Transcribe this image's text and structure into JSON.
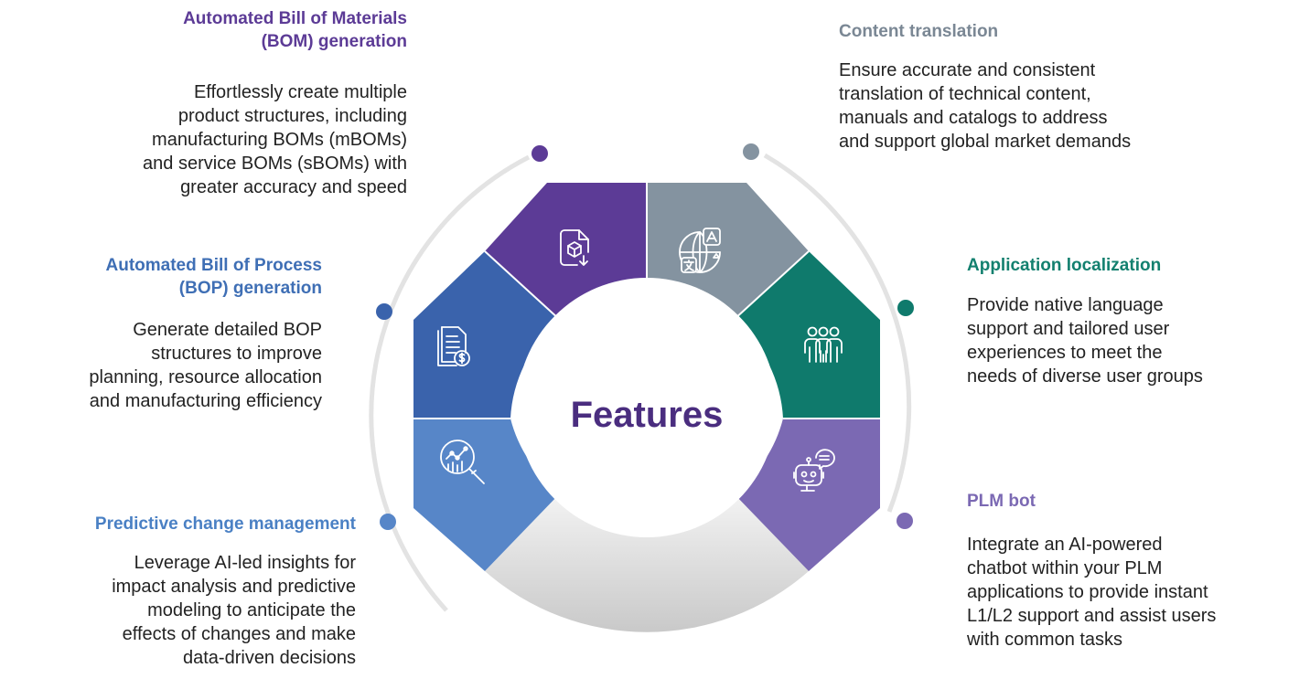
{
  "center_title": "Features",
  "colors": {
    "bom": "#5c3b96",
    "content": "#8493a0",
    "localization": "#0f7a6c",
    "bot": "#7b69b3",
    "bop": "#3a63ac",
    "predictive": "#5786c8",
    "gray_segment": "#d7d7d7",
    "ring": "#e4e4e4"
  },
  "features": {
    "bom": {
      "title_line1": "Automated Bill of Materials",
      "title_line2": "(BOM) generation",
      "desc": [
        "Effortlessly create multiple",
        "product structures, including",
        "manufacturing BOMs (mBOMs)",
        "and service BOMs (sBOMs) with",
        "greater accuracy and speed"
      ],
      "icon": "3d-box-document-icon"
    },
    "bop": {
      "title_line1": "Automated Bill of Process",
      "title_line2": "(BOP) generation",
      "desc": [
        "Generate detailed BOP",
        "structures to improve",
        "planning, resource allocation",
        "and manufacturing efficiency"
      ],
      "icon": "invoice-dollar-icon"
    },
    "predictive": {
      "title_line1": "Predictive change management",
      "desc": [
        "Leverage AI-led insights for",
        "impact analysis and predictive",
        "modeling to anticipate the",
        "effects of changes and make",
        "data-driven decisions"
      ],
      "icon": "analytics-magnifier-icon"
    },
    "content": {
      "title_line1": "Content translation",
      "desc": [
        "Ensure accurate and consistent",
        "translation of technical content,",
        "manuals and catalogs to address",
        "and support global market demands"
      ],
      "icon": "globe-translate-icon"
    },
    "localization": {
      "title_line1": "Application localization",
      "desc": [
        "Provide native language",
        "support and tailored user",
        "experiences to meet the",
        "needs of diverse user groups"
      ],
      "icon": "user-group-icon"
    },
    "bot": {
      "title_line1": "PLM bot",
      "desc": [
        "Integrate an AI-powered",
        "chatbot within your PLM",
        "applications to provide instant",
        "L1/L2 support and assist users",
        "with common tasks"
      ],
      "icon": "chatbot-icon"
    }
  }
}
